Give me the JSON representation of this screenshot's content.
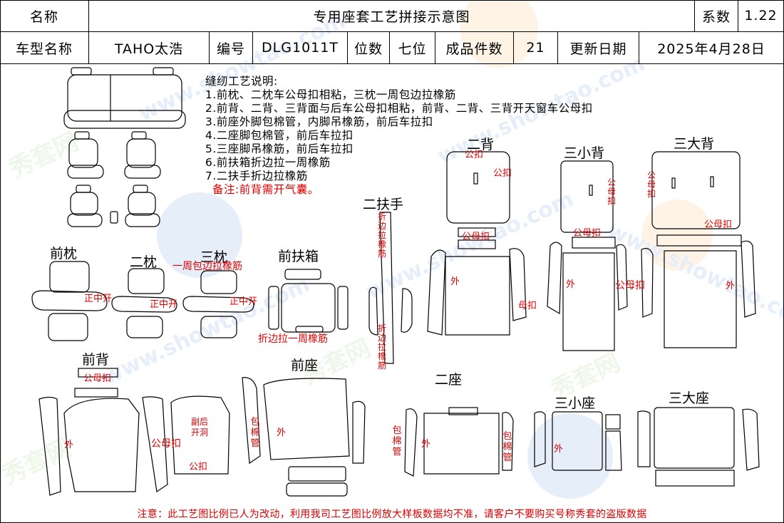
{
  "header": {
    "name_label": "名称",
    "title": "专用座套工艺拼接示意图",
    "coef_label": "系数",
    "coef_value": "1.22",
    "model_label": "车型名称",
    "model_value": "TAHO太浩",
    "code_label": "编号",
    "code_value": "DLG1011T",
    "seats_label": "位数",
    "seats_value": "七位",
    "pieces_label": "成品件数",
    "pieces_value": "21",
    "date_label": "更新日期",
    "date_value": "2025年4月28日"
  },
  "notes": {
    "title": "缝纫工艺说明:",
    "items": [
      "1.前枕、二枕车公母扣相粘，三枕一周包边拉橡筋",
      "2.前背、二背、三背面与后车公母扣相粘，前背、二背、三背开天窗车公母扣",
      "3.前座外脚包棉管，内脚吊橡筋，前后车拉扣",
      "4.二座脚包棉管，前后车拉扣",
      "5.三座脚吊橡筋，前后车拉扣",
      "6.前扶箱折边拉一周橡筋",
      "7.二扶手折边拉橡筋"
    ],
    "remark": "备注:前背需开气囊。"
  },
  "sections": {
    "front_headrest": "前枕",
    "second_headrest": "二枕",
    "third_headrest": "三枕",
    "front_console": "前扶箱",
    "second_armrest": "二扶手",
    "second_back": "二背",
    "third_small_back": "三小背",
    "third_large_back": "三大背",
    "front_back": "前背",
    "front_seat": "前座",
    "second_seat": "二座",
    "third_small_seat": "三小座",
    "third_large_seat": "三大座"
  },
  "annotations": {
    "third_headrest_band": "一周包边拉橡筋",
    "open_front": "正中开",
    "open_second": "正中开",
    "open_third": "正中开",
    "console_fold": "折边拉一周橡筋",
    "armrest_fold_top": "折边拉橡筋",
    "armrest_fold_bottom": "折边拉橡筋",
    "snap_male": "公扣",
    "snap_female": "母扣",
    "snap_pair": "公母扣",
    "outer": "外",
    "sub_airbag": "副后开洞",
    "cotton_tube": "包棉管"
  },
  "footer": "注意：此工艺图比例已人为改动，利用我司工艺图比例放大样板数据均不准，请客户不要购买号称秀套的盗版数据",
  "watermark": {
    "brand": "秀套网",
    "url": "www.showtao.com"
  },
  "colors": {
    "annotation": "#e00000",
    "watermark_blue": "#3b7fd0",
    "watermark_orange": "#f2a23a",
    "watermark_green": "#7fbf5a"
  }
}
